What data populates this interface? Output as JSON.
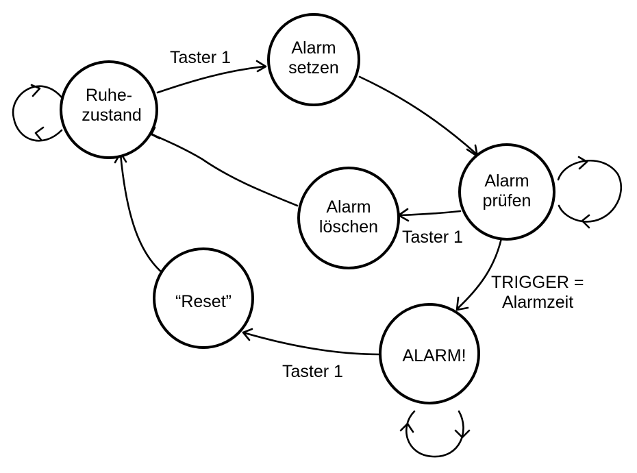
{
  "diagram": {
    "type": "state-machine",
    "colors": {
      "stroke": "#000000",
      "background": "#ffffff"
    },
    "states": [
      {
        "id": "ruhezustand",
        "lines": [
          "Ruhe-",
          "zustand"
        ]
      },
      {
        "id": "alarm_setzen",
        "lines": [
          "Alarm",
          "setzen"
        ]
      },
      {
        "id": "alarm_pruefen",
        "lines": [
          "Alarm",
          "prüfen"
        ]
      },
      {
        "id": "alarm_loeschen",
        "lines": [
          "Alarm",
          "löschen"
        ]
      },
      {
        "id": "reset",
        "lines": [
          "“Reset”"
        ]
      },
      {
        "id": "alarm",
        "lines": [
          "ALARM!"
        ]
      }
    ],
    "transitions": [
      {
        "from": "ruhezustand",
        "to": "alarm_setzen",
        "lines": [
          "Taster 1"
        ]
      },
      {
        "from": "alarm_setzen",
        "to": "alarm_pruefen",
        "lines": []
      },
      {
        "from": "alarm_pruefen",
        "to": "alarm_loeschen",
        "lines": [
          "Taster 1"
        ]
      },
      {
        "from": "alarm_loeschen",
        "to": "ruhezustand",
        "lines": []
      },
      {
        "from": "alarm_pruefen",
        "to": "alarm",
        "lines": [
          "TRIGGER =",
          "Alarmzeit"
        ]
      },
      {
        "from": "alarm",
        "to": "reset",
        "lines": [
          "Taster 1"
        ]
      },
      {
        "from": "reset",
        "to": "ruhezustand",
        "lines": []
      }
    ],
    "self_loops": [
      "ruhezustand",
      "alarm_pruefen",
      "alarm"
    ]
  }
}
